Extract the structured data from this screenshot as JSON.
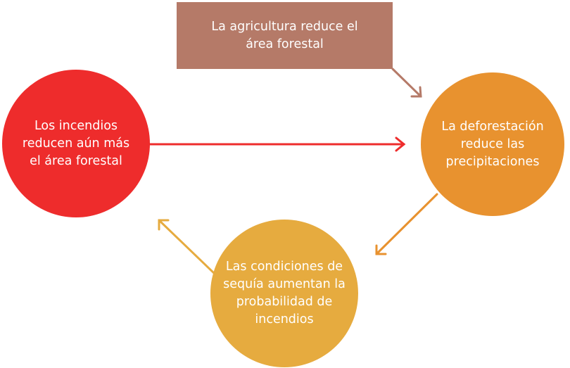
{
  "diagram": {
    "type": "cycle-flow",
    "colors": {
      "agriculture_box": "#b57a68",
      "fires_circle": "#ee2c2c",
      "deforestation_circle": "#e8922f",
      "drought_circle": "#e6ab3f",
      "text": "#ffffff",
      "background": "#ffffff"
    },
    "nodes": {
      "agriculture": {
        "shape": "rectangle",
        "text": "La agricultura reduce el\nárea forestal"
      },
      "deforestation": {
        "shape": "circle",
        "text": "La deforestación\nreduce las\nprecipitaciones"
      },
      "drought": {
        "shape": "circle",
        "text": "Las condiciones de\nsequía aumentan la\nprobabilidad de\nincendios"
      },
      "fires": {
        "shape": "circle",
        "text": "Los incendios\nreducen aún más\nel área forestal"
      }
    },
    "edges": [
      {
        "from": "agriculture",
        "to": "deforestation",
        "color": "#b57a68"
      },
      {
        "from": "deforestation",
        "to": "drought",
        "color": "#e8922f"
      },
      {
        "from": "drought",
        "to": "fires",
        "color": "#e6ab3f"
      },
      {
        "from": "fires",
        "to": "deforestation",
        "color": "#ee2c2c"
      }
    ]
  }
}
